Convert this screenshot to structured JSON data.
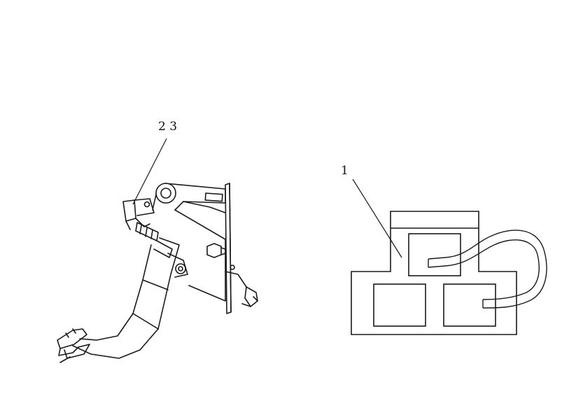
{
  "figure": {
    "callouts": {
      "pedal_labels": "2 3",
      "box_label": "1"
    },
    "stroke_color": "#1a1a1a",
    "background_color": "#ffffff",
    "left_part": "clutch-pedal-assembly-drawing",
    "right_part": "relay-box-with-cable-drawing"
  }
}
